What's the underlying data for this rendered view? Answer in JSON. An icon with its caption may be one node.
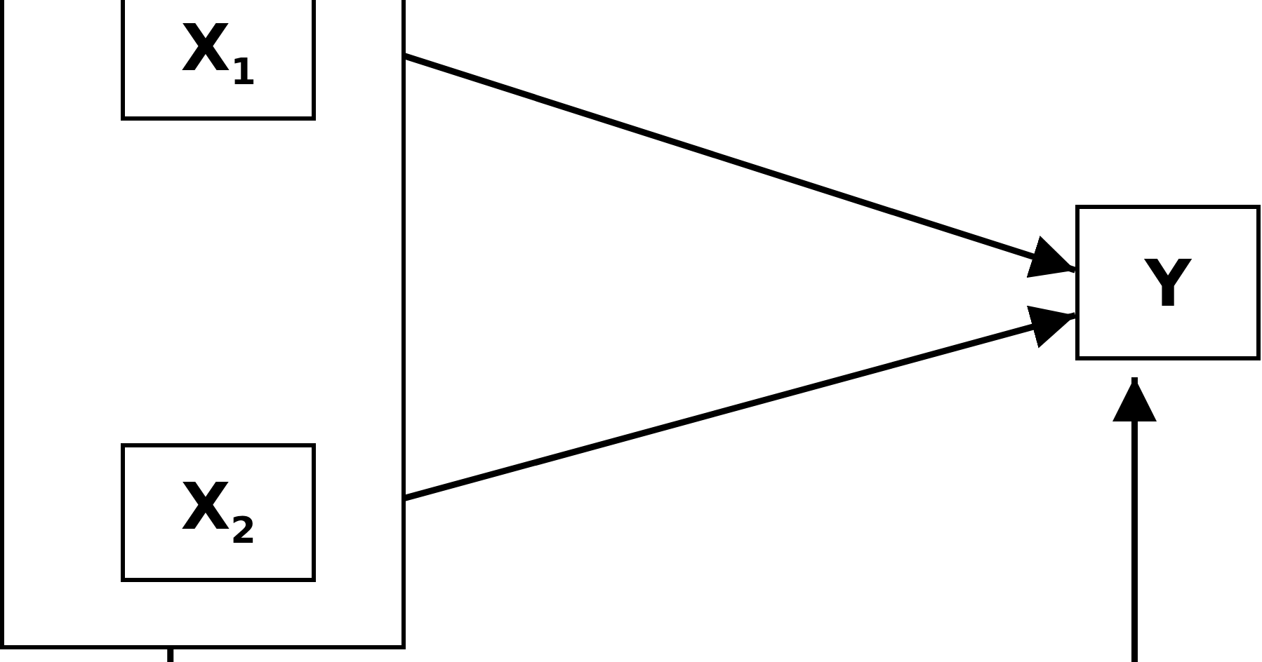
{
  "diagram": {
    "nodes": [
      {
        "text": [],
        "shape": "box"
      },
      {
        "text": [
          "X$_{1}$"
        ],
        "in": 0
      },
      {
        "text": [
          "X$_{2}$"
        ],
        "in": 0
      },
      {
        "text": [
          "Y"
        ]
      }
    ],
    "edges": [
      {
        "from": 1,
        "to": 3,
        "arrow": "to"
      },
      {
        "from": 2,
        "to": 3,
        "arrow": "to"
      },
      {
        "from": null,
        "to": 3,
        "arrow": "to"
      },
      {
        "from": 0,
        "to": null,
        "arrow": "none"
      }
    ]
  }
}
